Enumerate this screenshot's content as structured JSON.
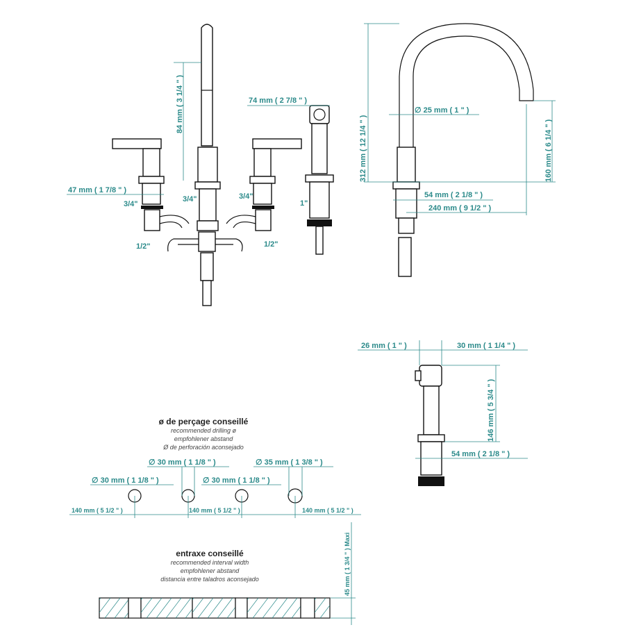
{
  "front_view": {
    "spout_height": "84 mm ( 3 1/4 \" )",
    "handle_spacing": "74 mm ( 2 7/8 \" )",
    "body_width": "47 mm ( 1 7/8 \" )",
    "thread_left": "3/4\"",
    "thread_center": "3/4\"",
    "thread_right": "3/4\"",
    "thread_spray": "1\"",
    "outlet_left": "1/2\"",
    "outlet_right": "1/2\""
  },
  "side_view": {
    "total_height": "312 mm ( 12 1/4 \" )",
    "spout_diameter": "∅ 25 mm ( 1 \" )",
    "outlet_height": "160 mm ( 6 1/4 \" )",
    "base_diameter": "54 mm ( 2 1/8 \" )",
    "reach": "240 mm ( 9 1/2 \" )"
  },
  "spray_view": {
    "width_left": "26 mm ( 1 \" )",
    "width_right": "30 mm ( 1 1/4 \" )",
    "height": "146 mm ( 5 3/4 \" )",
    "base_diameter": "54 mm ( 2 1/8 \" )"
  },
  "drilling": {
    "title": "ø de perçage conseillé",
    "lines": [
      "recommended drilling ø",
      "empfohlener abstand",
      "Ø de perforación aconsejado"
    ],
    "holes": [
      "∅ 30 mm ( 1 1/8 \" )",
      "∅ 30 mm ( 1 1/8 \" )",
      "∅ 30 mm ( 1 1/8 \" )",
      "∅ 35 mm ( 1 3/8 \" )"
    ],
    "spacings": [
      "140 mm ( 5 1/2 \" )",
      "140 mm ( 5 1/2 \" )",
      "140 mm ( 5 1/2 \" )"
    ]
  },
  "interval": {
    "title": "entraxe conseillé",
    "lines": [
      "recommended interval width",
      "empfohlener abstand",
      "distancia entre taladros aconsejado"
    ],
    "max_thickness": "45 mm ( 1 3/4 \" ) Maxi"
  }
}
